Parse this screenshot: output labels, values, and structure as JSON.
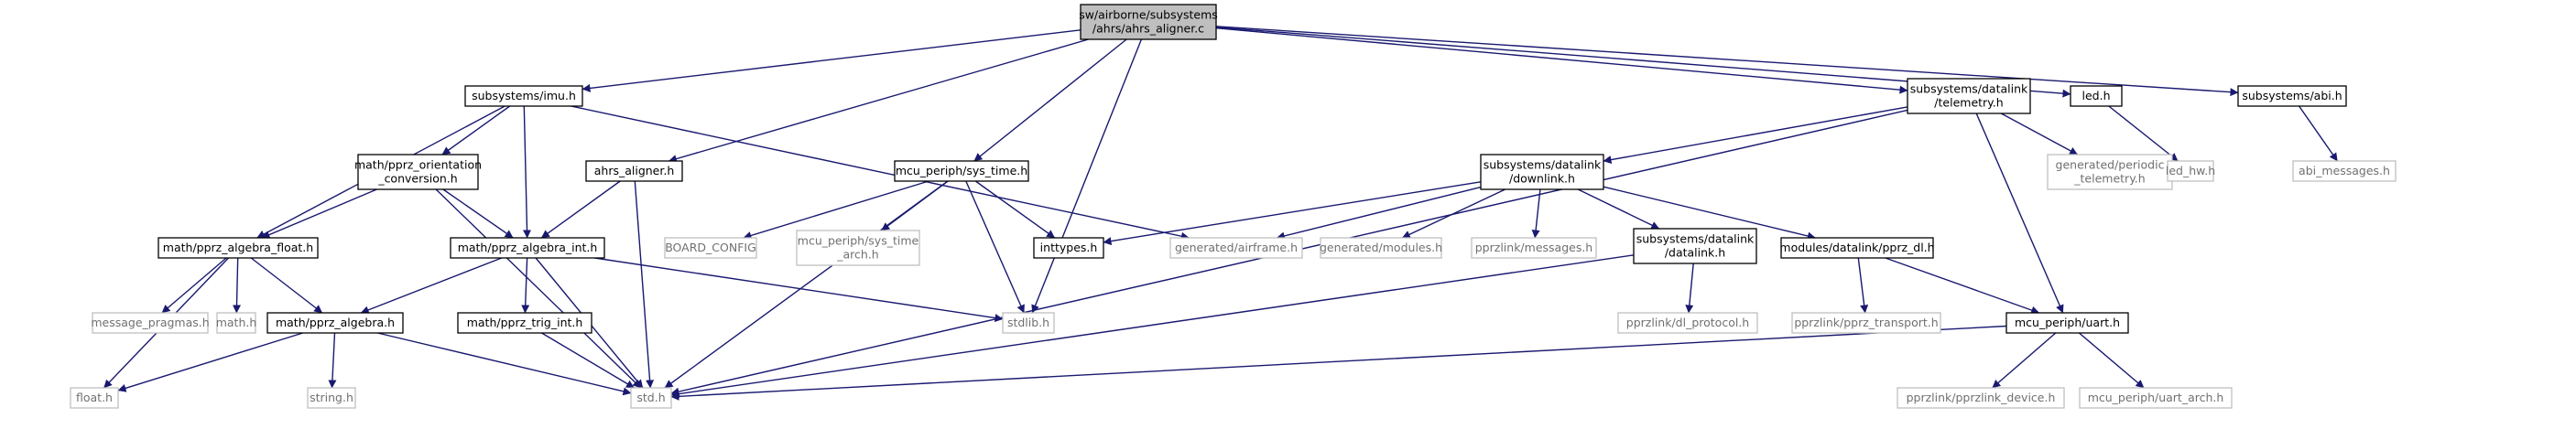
{
  "colors": {
    "edge": "#191970",
    "root_fill": "#bfbfbf",
    "root_stroke": "#000000",
    "node_stroke": "#000000",
    "external_stroke": "#bfbfbf",
    "node_fill": "#ffffff"
  },
  "nodes": [
    {
      "id": "root",
      "kind": "root",
      "lines": [
        "sw/airborne/subsystems",
        "/ahrs/ahrs_aligner.c"
      ]
    },
    {
      "id": "imu",
      "kind": "node",
      "lines": [
        "subsystems/imu.h"
      ]
    },
    {
      "id": "orient",
      "kind": "node",
      "lines": [
        "math/pprz_orientation",
        "_conversion.h"
      ]
    },
    {
      "id": "afloat",
      "kind": "node",
      "lines": [
        "math/pprz_algebra_float.h"
      ]
    },
    {
      "id": "aint",
      "kind": "node",
      "lines": [
        "math/pprz_algebra_int.h"
      ]
    },
    {
      "id": "alg",
      "kind": "node",
      "lines": [
        "math/pprz_algebra.h"
      ]
    },
    {
      "id": "trig",
      "kind": "node",
      "lines": [
        "math/pprz_trig_int.h"
      ]
    },
    {
      "id": "aligner",
      "kind": "node",
      "lines": [
        "ahrs_aligner.h"
      ]
    },
    {
      "id": "systime",
      "kind": "node",
      "lines": [
        "mcu_periph/sys_time.h"
      ]
    },
    {
      "id": "inttypes",
      "kind": "node",
      "lines": [
        "inttypes.h"
      ]
    },
    {
      "id": "telemetry",
      "kind": "node",
      "lines": [
        "subsystems/datalink",
        "/telemetry.h"
      ]
    },
    {
      "id": "downlink",
      "kind": "node",
      "lines": [
        "subsystems/datalink",
        "/downlink.h"
      ]
    },
    {
      "id": "dldatalink",
      "kind": "node",
      "lines": [
        "subsystems/datalink",
        "/datalink.h"
      ]
    },
    {
      "id": "pprzdl",
      "kind": "node",
      "lines": [
        "modules/datalink/pprz_dl.h"
      ]
    },
    {
      "id": "uart",
      "kind": "node",
      "lines": [
        "mcu_periph/uart.h"
      ]
    },
    {
      "id": "led",
      "kind": "node",
      "lines": [
        "led.h"
      ]
    },
    {
      "id": "abi",
      "kind": "node",
      "lines": [
        "subsystems/abi.h"
      ]
    },
    {
      "id": "msgprag",
      "kind": "external",
      "lines": [
        "message_pragmas.h"
      ]
    },
    {
      "id": "mathh",
      "kind": "external",
      "lines": [
        "math.h"
      ]
    },
    {
      "id": "floath",
      "kind": "external",
      "lines": [
        "float.h"
      ]
    },
    {
      "id": "stringh",
      "kind": "external",
      "lines": [
        "string.h"
      ]
    },
    {
      "id": "stdh",
      "kind": "external",
      "lines": [
        "std.h"
      ]
    },
    {
      "id": "stdlib",
      "kind": "external",
      "lines": [
        "stdlib.h"
      ]
    },
    {
      "id": "boardcfg",
      "kind": "external",
      "lines": [
        "BOARD_CONFIG"
      ]
    },
    {
      "id": "systimearch",
      "kind": "external",
      "lines": [
        "mcu_periph/sys_time",
        "_arch.h"
      ]
    },
    {
      "id": "airframe",
      "kind": "external",
      "lines": [
        "generated/airframe.h"
      ]
    },
    {
      "id": "modules",
      "kind": "external",
      "lines": [
        "generated/modules.h"
      ]
    },
    {
      "id": "messages",
      "kind": "external",
      "lines": [
        "pprzlink/messages.h"
      ]
    },
    {
      "id": "dlproto",
      "kind": "external",
      "lines": [
        "pprzlink/dl_protocol.h"
      ]
    },
    {
      "id": "pprztrans",
      "kind": "external",
      "lines": [
        "pprzlink/pprz_transport.h"
      ]
    },
    {
      "id": "pprzdev",
      "kind": "external",
      "lines": [
        "pprzlink/pprzlink_device.h"
      ]
    },
    {
      "id": "uartarch",
      "kind": "external",
      "lines": [
        "mcu_periph/uart_arch.h"
      ]
    },
    {
      "id": "periodic",
      "kind": "external",
      "lines": [
        "generated/periodic",
        "_telemetry.h"
      ]
    },
    {
      "id": "ledhw",
      "kind": "external",
      "lines": [
        "led_hw.h"
      ]
    },
    {
      "id": "abimsg",
      "kind": "external",
      "lines": [
        "abi_messages.h"
      ]
    }
  ],
  "edges": [
    [
      "root",
      "imu"
    ],
    [
      "root",
      "aligner"
    ],
    [
      "root",
      "systime"
    ],
    [
      "root",
      "stdlib"
    ],
    [
      "root",
      "telemetry"
    ],
    [
      "root",
      "led"
    ],
    [
      "root",
      "abi"
    ],
    [
      "imu",
      "afloat"
    ],
    [
      "imu",
      "orient"
    ],
    [
      "imu",
      "aint"
    ],
    [
      "imu",
      "airframe"
    ],
    [
      "orient",
      "afloat"
    ],
    [
      "orient",
      "aint"
    ],
    [
      "orient",
      "stdh"
    ],
    [
      "afloat",
      "msgprag"
    ],
    [
      "afloat",
      "mathh"
    ],
    [
      "afloat",
      "alg"
    ],
    [
      "afloat",
      "floath"
    ],
    [
      "aint",
      "alg"
    ],
    [
      "aint",
      "trig"
    ],
    [
      "aint",
      "stdh"
    ],
    [
      "aint",
      "stdlib"
    ],
    [
      "alg",
      "floath"
    ],
    [
      "alg",
      "stringh"
    ],
    [
      "alg",
      "stdh"
    ],
    [
      "trig",
      "stdh"
    ],
    [
      "aligner",
      "aint"
    ],
    [
      "aligner",
      "stdh"
    ],
    [
      "systime",
      "boardcfg"
    ],
    [
      "systime",
      "systimearch"
    ],
    [
      "systime",
      "inttypes"
    ],
    [
      "systime",
      "stdlib"
    ],
    [
      "systime",
      "stdh"
    ],
    [
      "telemetry",
      "downlink"
    ],
    [
      "telemetry",
      "periodic"
    ],
    [
      "telemetry",
      "uart"
    ],
    [
      "telemetry",
      "stdh"
    ],
    [
      "downlink",
      "inttypes"
    ],
    [
      "downlink",
      "airframe"
    ],
    [
      "downlink",
      "modules"
    ],
    [
      "downlink",
      "messages"
    ],
    [
      "downlink",
      "dldatalink"
    ],
    [
      "downlink",
      "pprzdl"
    ],
    [
      "dldatalink",
      "dlproto"
    ],
    [
      "dldatalink",
      "stdh"
    ],
    [
      "pprzdl",
      "pprztrans"
    ],
    [
      "pprzdl",
      "uart"
    ],
    [
      "uart",
      "pprzdev"
    ],
    [
      "uart",
      "uartarch"
    ],
    [
      "uart",
      "stdh"
    ],
    [
      "led",
      "ledhw"
    ],
    [
      "abi",
      "abimsg"
    ]
  ]
}
